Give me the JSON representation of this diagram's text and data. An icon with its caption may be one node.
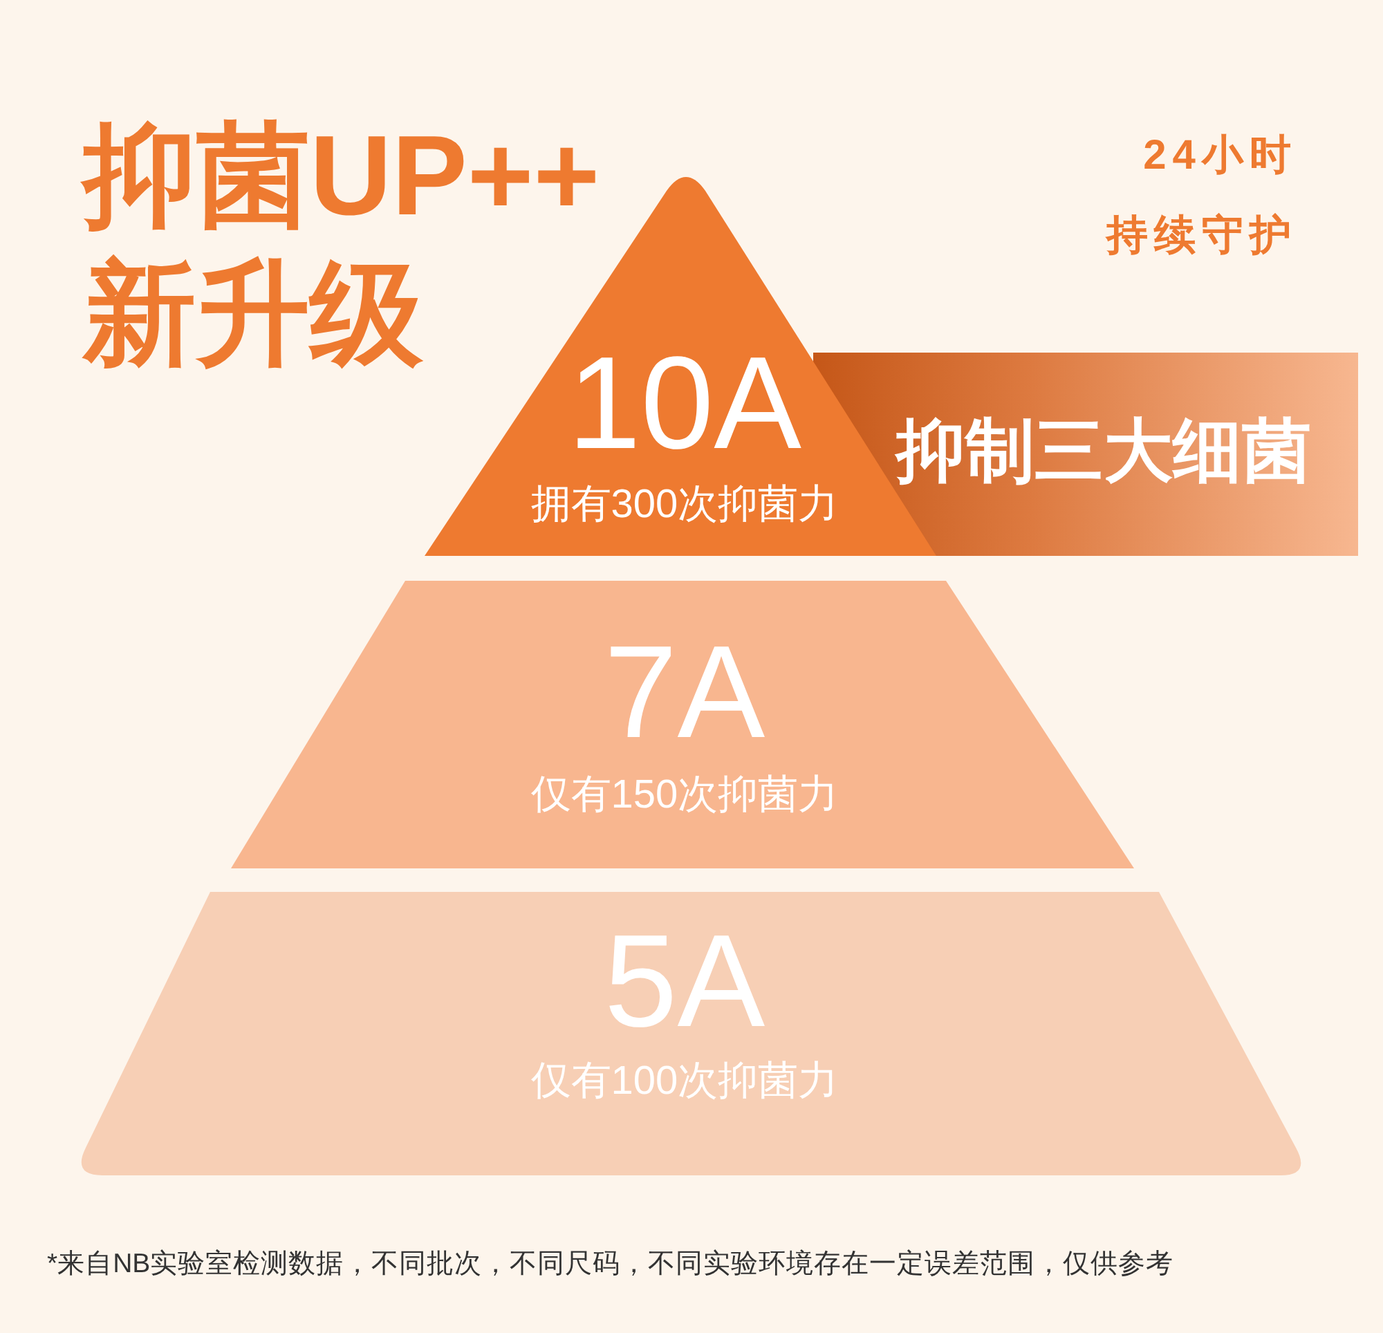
{
  "diagram": {
    "title": "抑菌UP++新升级",
    "caption": "*来自NB实验室检测数据，不同批次，不同尺码，不同实验环境存在一定误差范围，仅供参考",
    "nodes": [
      {
        "text": [
          "10A",
          "拥有300次抑菌力"
        ]
      },
      {
        "text": [
          "抑制三大细菌"
        ]
      },
      {
        "text": [
          "7A",
          "仅有150次抑菌力"
        ]
      },
      {
        "text": [
          "5A",
          "仅有100次抑菌力"
        ]
      }
    ],
    "labels": [
      "24小时持续守护"
    ]
  }
}
